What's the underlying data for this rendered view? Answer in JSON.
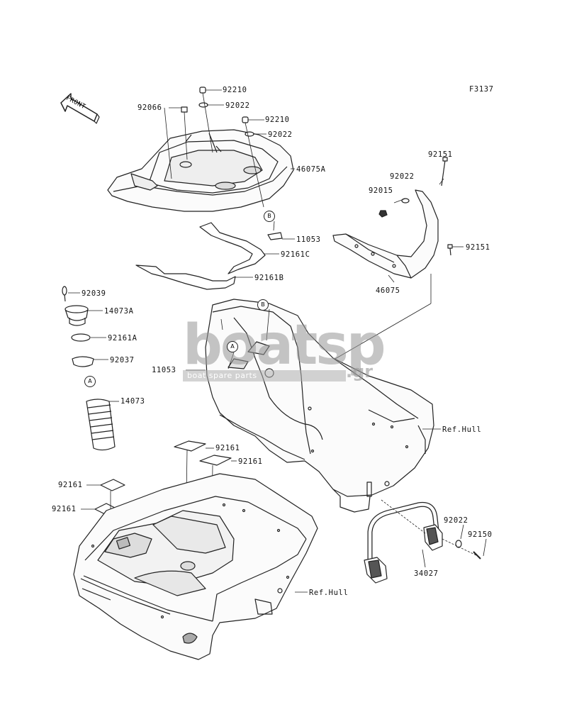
{
  "figure_code": "F3137",
  "front_label": "FRONT",
  "callouts": [
    {
      "id": "c1",
      "text": "92210"
    },
    {
      "id": "c2",
      "text": "92066"
    },
    {
      "id": "c3",
      "text": "92022"
    },
    {
      "id": "c4",
      "text": "92210"
    },
    {
      "id": "c5",
      "text": "92022"
    },
    {
      "id": "c6",
      "text": "46075A"
    },
    {
      "id": "c7",
      "text": "92151"
    },
    {
      "id": "c8",
      "text": "92022"
    },
    {
      "id": "c9",
      "text": "92015"
    },
    {
      "id": "c10",
      "text": "11053"
    },
    {
      "id": "c11",
      "text": "92161C"
    },
    {
      "id": "c12",
      "text": "92151"
    },
    {
      "id": "c13",
      "text": "92161B"
    },
    {
      "id": "c14",
      "text": "46075"
    },
    {
      "id": "c15",
      "text": "92039"
    },
    {
      "id": "c16",
      "text": "14073A"
    },
    {
      "id": "c17",
      "text": "92161A"
    },
    {
      "id": "c18",
      "text": "92037"
    },
    {
      "id": "c19",
      "text": "11053"
    },
    {
      "id": "c20",
      "text": "14073"
    },
    {
      "id": "c21",
      "text": "Ref.Hull"
    },
    {
      "id": "c22",
      "text": "92161"
    },
    {
      "id": "c23",
      "text": "92161"
    },
    {
      "id": "c24",
      "text": "92161"
    },
    {
      "id": "c25",
      "text": "92161"
    },
    {
      "id": "c26",
      "text": "92022"
    },
    {
      "id": "c27",
      "text": "92150"
    },
    {
      "id": "c28",
      "text": "34027"
    },
    {
      "id": "c29",
      "text": "Ref.Hull"
    }
  ],
  "ref_markers": {
    "a": "A",
    "b": "B"
  },
  "watermark": {
    "main": "boatsp",
    "suffix": ".gr",
    "tagline": "boat spare parts"
  }
}
